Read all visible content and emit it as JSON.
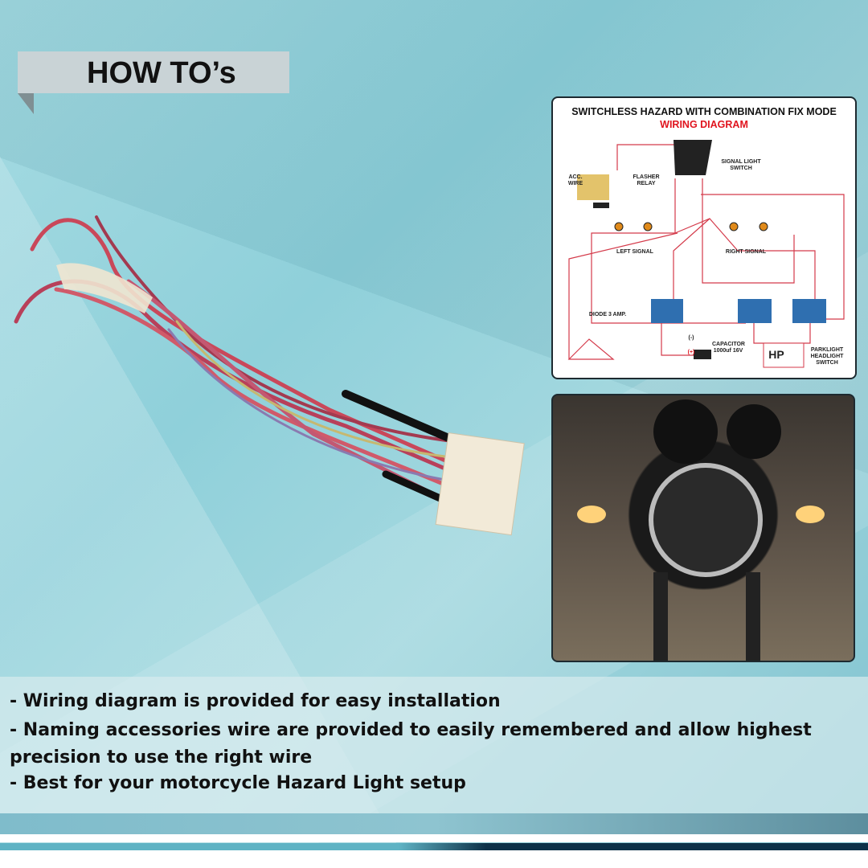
{
  "header": {
    "title": "HOW TO’s"
  },
  "diagram": {
    "title": "SWITCHLESS HAZARD WITH COMBINATION FIX MODE",
    "subtitle": "WIRING DIAGRAM",
    "labels": {
      "acc_wire": "ACC. WIRE",
      "flasher_relay": "FLASHER RELAY",
      "signal_switch": "SIGNAL LIGHT SWITCH",
      "left_signal": "LEFT SIGNAL",
      "right_signal": "RIGHT SIGNAL",
      "diode": "DIODE 3 AMP.",
      "neg": "(-)",
      "pos": "(+)",
      "capacitor": "CAPACITOR 1000uf 16V",
      "hp": "HP",
      "parklight": "PARKLIGHT HEADLIGHT SWITCH"
    }
  },
  "features": [
    "- Wiring diagram is provided for easy installation",
    "- Naming accessories wire are provided to easily remembered and allow highest",
    "precision to use the right wire",
    "- Best for your motorcycle Hazard Light setup"
  ],
  "colors": {
    "wire": "#d43a4a",
    "relay": "#2f6fb0",
    "title_red": "#e0141e"
  }
}
